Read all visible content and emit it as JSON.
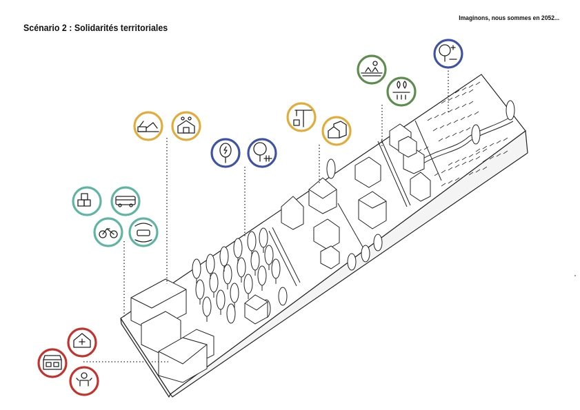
{
  "header": {
    "title": "Scénario 2 : Solidarités territoriales",
    "subtitle": "Imaginons, nous sommes en 2052..."
  },
  "colors": {
    "yellow": "#e2ac3a",
    "blue": "#3f53a4",
    "green": "#5c8d4e",
    "teal": "#5fb5a3",
    "red": "#c2332e"
  },
  "icons": [
    {
      "name": "construction-machinery-icon",
      "color": "yellow"
    },
    {
      "name": "craft-workshop-icon",
      "color": "yellow"
    },
    {
      "name": "energy-tree-icon",
      "color": "blue"
    },
    {
      "name": "orchard-icon",
      "color": "blue"
    },
    {
      "name": "crane-building-icon",
      "color": "yellow"
    },
    {
      "name": "housing-icon",
      "color": "yellow"
    },
    {
      "name": "soil-planting-icon",
      "color": "green"
    },
    {
      "name": "water-infiltration-icon",
      "color": "green"
    },
    {
      "name": "orchard-extension-icon",
      "color": "blue"
    },
    {
      "name": "logistics-boxes-icon",
      "color": "teal"
    },
    {
      "name": "bus-icon",
      "color": "teal"
    },
    {
      "name": "bicycle-icon",
      "color": "teal"
    },
    {
      "name": "carpool-icon",
      "color": "teal"
    },
    {
      "name": "health-house-icon",
      "color": "red"
    },
    {
      "name": "local-shop-icon",
      "color": "red"
    },
    {
      "name": "childcare-icon",
      "color": "red"
    }
  ]
}
